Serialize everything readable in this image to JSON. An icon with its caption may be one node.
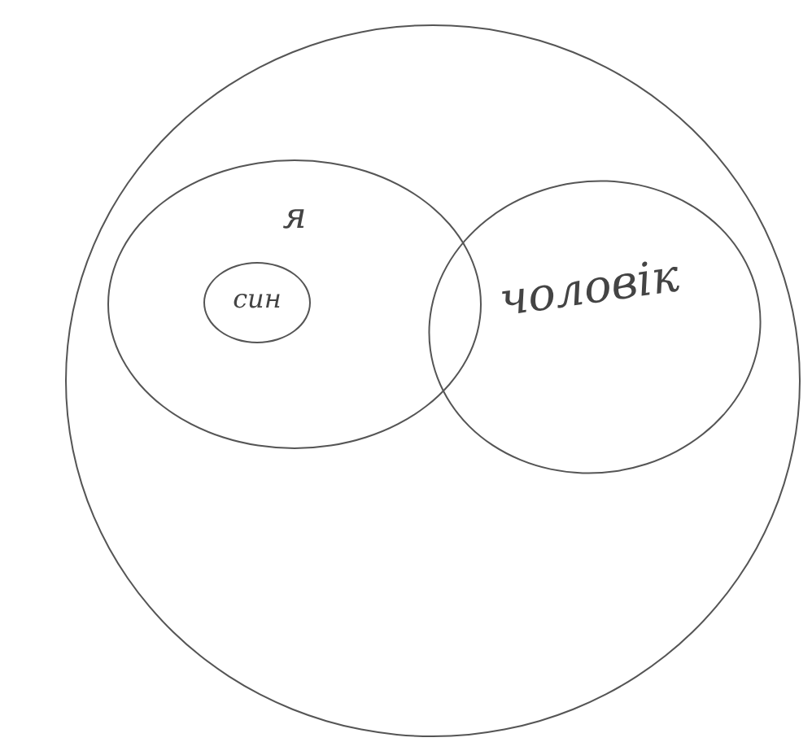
{
  "diagram": {
    "nodes": [
      {
        "text": [],
        "shape": "circle"
      },
      {
        "text": [
          "я"
        ],
        "in": 0
      },
      {
        "text": [
          "син"
        ],
        "in": 1
      },
      {
        "text": [
          "чоловік"
        ],
        "in": 0
      }
    ]
  }
}
